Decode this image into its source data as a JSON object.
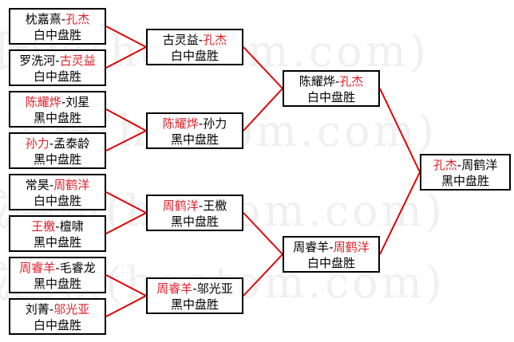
{
  "watermark": "弈城围棋(hoetom.com)",
  "line_color": "#e00000",
  "winner_color": "#e0202a",
  "round1": [
    {
      "p1": "枕嘉熹",
      "p2": "孔杰",
      "winner": 2,
      "result": "白中盘胜"
    },
    {
      "p1": "罗洗河",
      "p2": "古灵益",
      "winner": 2,
      "result": "白中盘胜"
    },
    {
      "p1": "陈耀烨",
      "p2": "刘星",
      "winner": 1,
      "result": "黑中盘胜"
    },
    {
      "p1": "孙力",
      "p2": "孟泰龄",
      "winner": 1,
      "result": "黑中盘胜"
    },
    {
      "p1": "常昊",
      "p2": "周鹤洋",
      "winner": 2,
      "result": "白中盘胜"
    },
    {
      "p1": "王檄",
      "p2": "檀啸",
      "winner": 1,
      "result": "黑中盘胜"
    },
    {
      "p1": "周睿羊",
      "p2": "毛睿龙",
      "winner": 1,
      "result": "黑中盘胜"
    },
    {
      "p1": "刘菁",
      "p2": "邬光亚",
      "winner": 2,
      "result": "白中盘胜"
    }
  ],
  "round2": [
    {
      "p1": "古灵益",
      "p2": "孔杰",
      "winner": 2,
      "result": "白中盘胜"
    },
    {
      "p1": "陈耀烨",
      "p2": "孙力",
      "winner": 1,
      "result": "黑中盘胜"
    },
    {
      "p1": "周鹤洋",
      "p2": "王檄",
      "winner": 1,
      "result": "黑中盘胜"
    },
    {
      "p1": "周睿羊",
      "p2": "邬光亚",
      "winner": 1,
      "result": "黑中盘胜"
    }
  ],
  "round3": [
    {
      "p1": "陈耀烨",
      "p2": "孔杰",
      "winner": 2,
      "result": "白中盘胜"
    },
    {
      "p1": "周睿羊",
      "p2": "周鹤洋",
      "winner": 2,
      "result": "白中盘胜"
    }
  ],
  "final": [
    {
      "p1": "孔杰",
      "p2": "周鹤洋",
      "winner": 1,
      "result": "黑中盘胜"
    }
  ]
}
